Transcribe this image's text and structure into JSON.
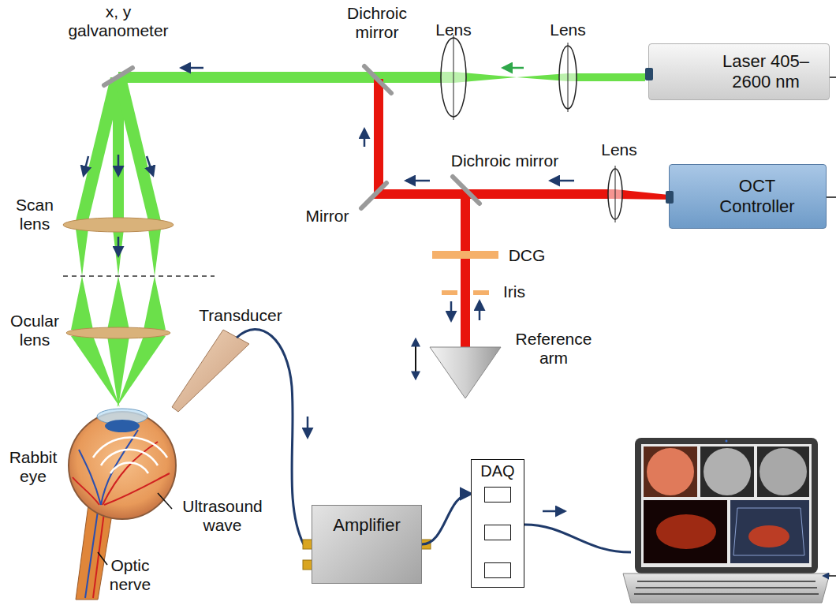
{
  "diagram": {
    "nodes": [
      {
        "text": [
          "Laser 405–2600 nm"
        ]
      },
      {
        "text": [
          "OCT Controller"
        ]
      },
      {
        "text": [
          "Amplifier"
        ]
      },
      {
        "text": [
          "DAQ"
        ]
      }
    ],
    "edges": [
      {
        "from": 2,
        "to": 3,
        "arrow": "to"
      }
    ],
    "labels": [
      "x, y galvanometer",
      "Dichroic mirror",
      "Lens",
      "Lens",
      "Lens",
      "Dichroic mirror",
      "Mirror",
      "Scan lens",
      "DCG",
      "Iris",
      "Reference arm",
      "Ocular lens",
      "Transducer",
      "Rabbit eye",
      "Ultrasound wave",
      "Optic nerve"
    ]
  }
}
